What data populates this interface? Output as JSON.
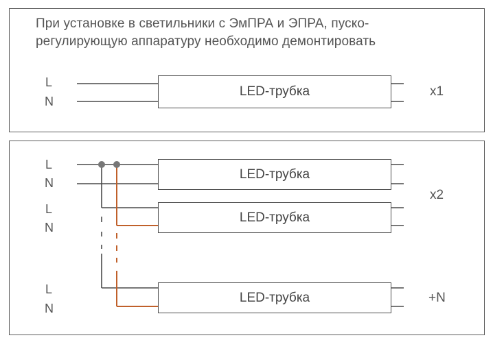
{
  "title": {
    "line1": "При установке в светильники с ЭмПРА и ЭПРА, пуско-",
    "line2": "регулирующую аппаратуру необходимо демонтировать"
  },
  "tube_label": "LED-трубка",
  "pins": {
    "live": "L",
    "neutral": "N"
  },
  "multipliers": {
    "single": "x1",
    "double": "x2",
    "many": "+N"
  },
  "colors": {
    "wire": "#4a4a4a",
    "live_wire": "#c0602a",
    "node": "#777777",
    "frame": "#5a5a5a"
  }
}
